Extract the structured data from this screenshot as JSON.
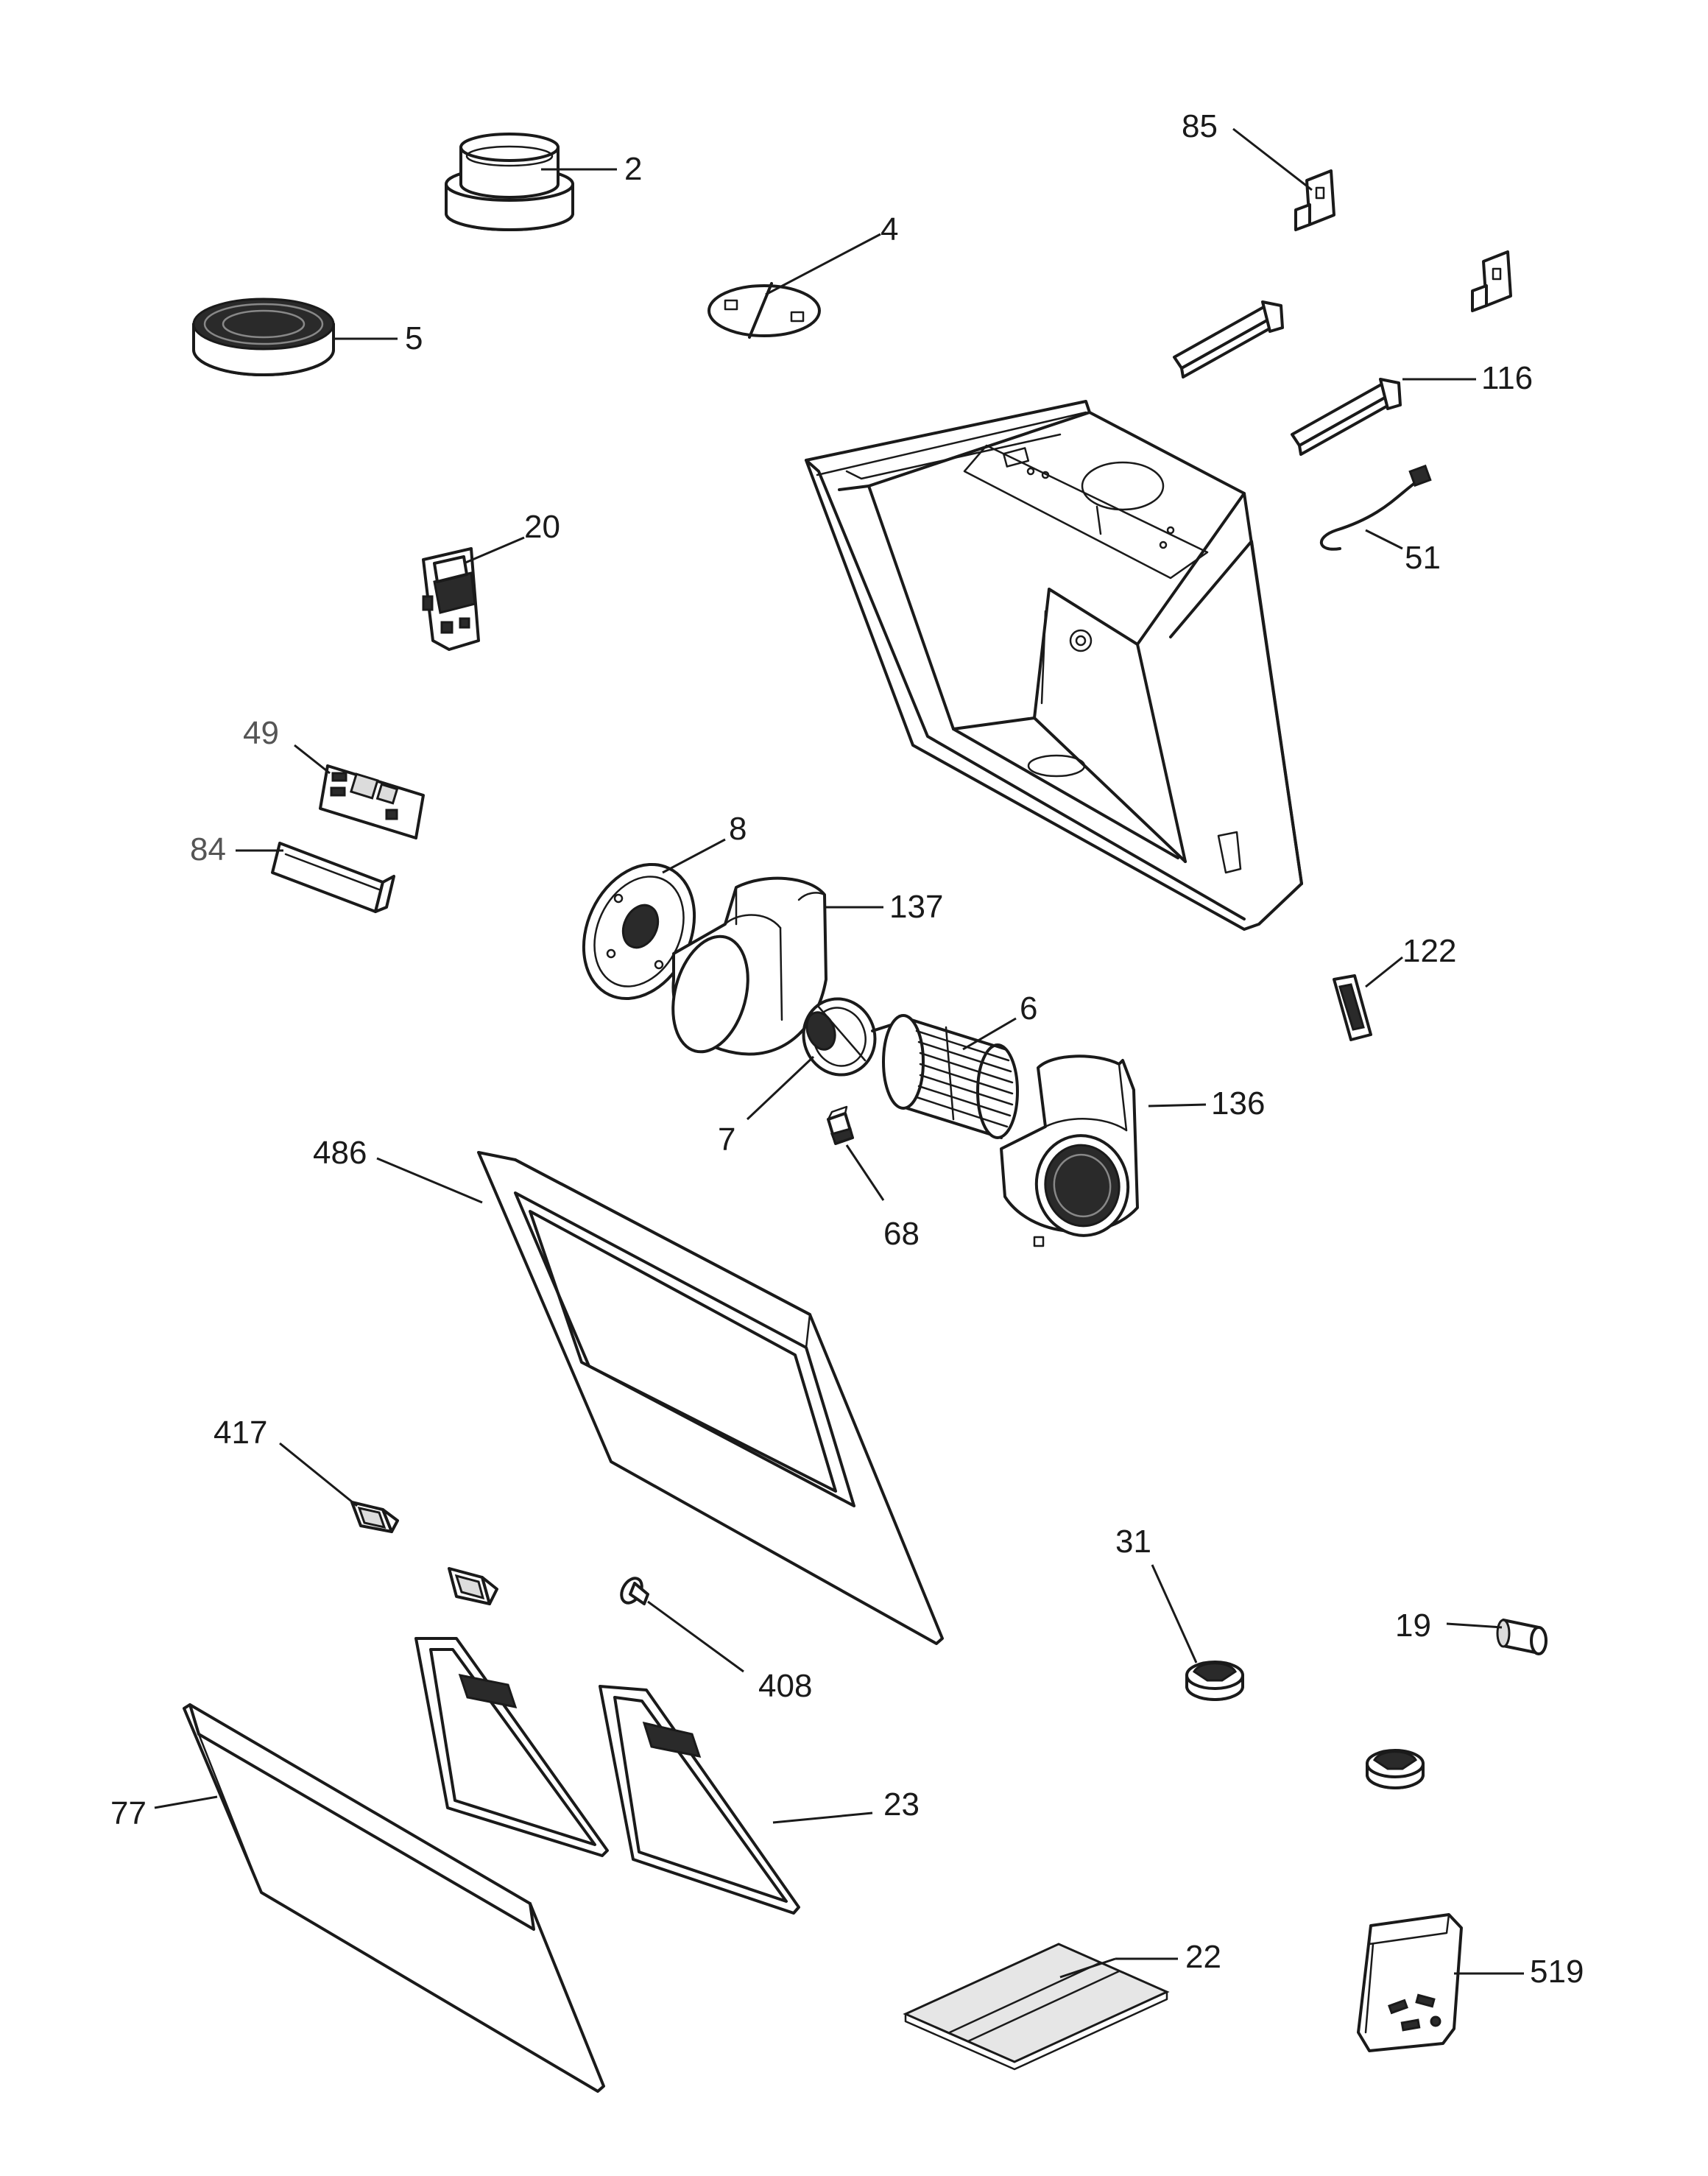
{
  "callouts": [
    {
      "id": "2",
      "text": "2"
    },
    {
      "id": "4",
      "text": "4"
    },
    {
      "id": "5",
      "text": "5"
    },
    {
      "id": "85",
      "text": "85"
    },
    {
      "id": "116",
      "text": "116"
    },
    {
      "id": "51",
      "text": "51"
    },
    {
      "id": "20",
      "text": "20"
    },
    {
      "id": "49",
      "text": "49"
    },
    {
      "id": "84",
      "text": "84"
    },
    {
      "id": "8",
      "text": "8"
    },
    {
      "id": "137",
      "text": "137"
    },
    {
      "id": "6",
      "text": "6"
    },
    {
      "id": "122",
      "text": "122"
    },
    {
      "id": "7",
      "text": "7"
    },
    {
      "id": "136",
      "text": "136"
    },
    {
      "id": "68",
      "text": "68"
    },
    {
      "id": "486",
      "text": "486"
    },
    {
      "id": "417",
      "text": "417"
    },
    {
      "id": "31",
      "text": "31"
    },
    {
      "id": "19",
      "text": "19"
    },
    {
      "id": "408",
      "text": "408"
    },
    {
      "id": "23",
      "text": "23"
    },
    {
      "id": "77",
      "text": "77"
    },
    {
      "id": "22",
      "text": "22"
    },
    {
      "id": "519",
      "text": "519"
    }
  ],
  "colors": {
    "line": "#1a1a1a",
    "background": "#ffffff",
    "grey_label": "#555555"
  }
}
